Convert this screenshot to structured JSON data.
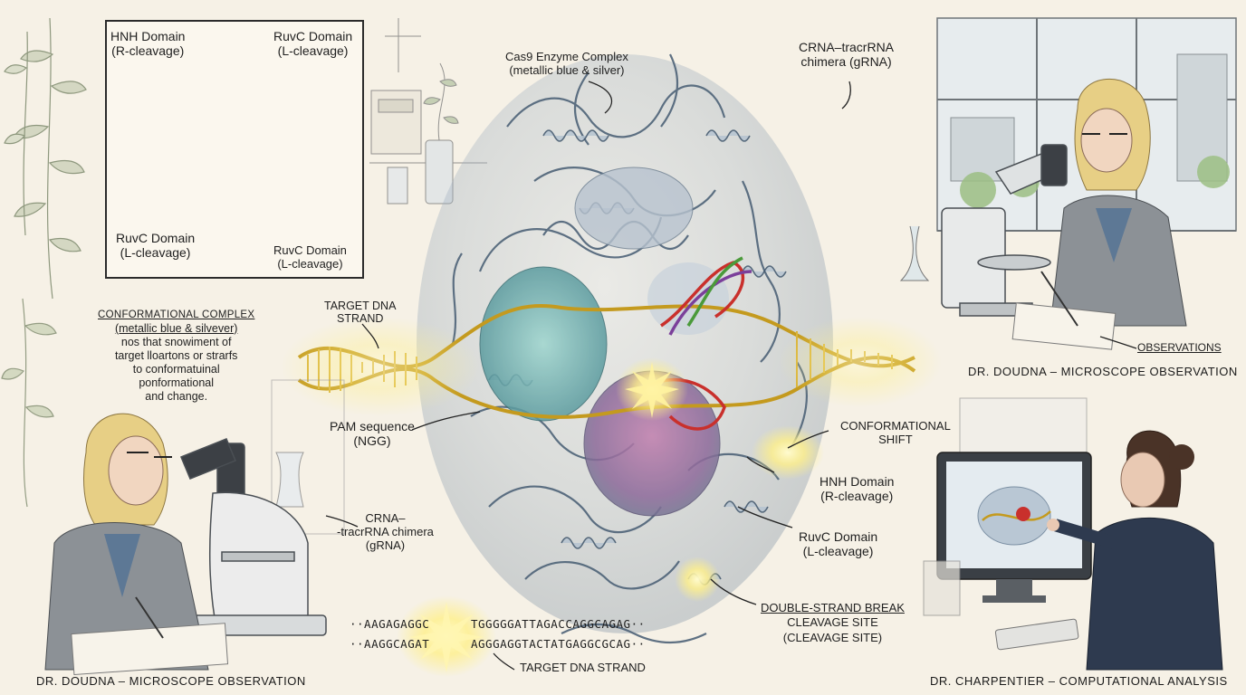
{
  "colors": {
    "paper": "#f6f1e6",
    "protein_blue": "#8fa6bb",
    "dna_gold": "#e2b93a",
    "rna_red": "#c9302c",
    "rna_purple": "#7b3f9a",
    "rna_green": "#4a9a3a",
    "glow": "#fff3a0",
    "ink": "#2b2b2b"
  },
  "inset": {
    "hnh_top": {
      "line1": "HNH Domain",
      "line2": "(R-cleavage)"
    },
    "ruvc_top": {
      "line1": "RuvC Domain",
      "line2": "(L-cleavage)"
    },
    "ruvc_left": {
      "line1": "RuvC Domain",
      "line2": "(L-cleavage)"
    },
    "ruvc_bottom": {
      "line1": "RuvC Domain",
      "line2": "(L-cleavage)"
    }
  },
  "labels": {
    "cas9": {
      "line1": "Cas9 Enzyme Complex",
      "line2": "(metallic blue & silver)"
    },
    "crna_top": {
      "line1": "CRNA–tracrRNA",
      "line2": "chimera (gRNA)"
    },
    "conf_complex": {
      "title": "CONFORMATIONAL COMPLEX",
      "line1": "(metallic blue & silvever)",
      "line2": "nos that snowiment of",
      "line3": "target lloartons or strarfs",
      "line4": "to conformatuinal",
      "line5": "ponformational",
      "line6": "and change."
    },
    "target_top": {
      "line1": "TARGET DNA",
      "line2": "STRAND"
    },
    "pam": {
      "line1": "PAM sequence",
      "line2": "(NGG)"
    },
    "crna_left": {
      "line1": "CRNA–",
      "line2": "-tracrRNA chimera",
      "line3": "(gRNA)"
    },
    "conf_shift": {
      "line1": "CONFORMATIONAL",
      "line2": "SHIFT"
    },
    "hnh_right": {
      "line1": "HNH Domain",
      "line2": "(R-cleavage)"
    },
    "ruvc_right": {
      "line1": "RuvC Domain",
      "line2": "(L-cleavage)"
    },
    "dsb": {
      "line1": "DOUBLE-STRAND BREAK",
      "line2": "CLEAVAGE SITE",
      "line3": "(CLEAVAGE SITE)"
    },
    "seq_top_left": "··AAGAGAGGC",
    "seq_top_right": "TGGGGGATTAGACCAGGCAGAG··",
    "seq_bot_left": "··AAGGCAGAT",
    "seq_bot_right": "AGGGAGGTACTATGAGGCGCAG··",
    "target_bottom": "TARGET DNA STRAND",
    "observations": "OBSERVATIONS"
  },
  "captions": {
    "top_right": "DR. DOUDNA – MICROSCOPE OBSERVATION",
    "bottom_left": "DR. DOUDNA – MICROSCOPE OBSERVATION",
    "bottom_right": "DR. CHARPENTIER – COMPUTATIONAL ANALYSIS"
  }
}
